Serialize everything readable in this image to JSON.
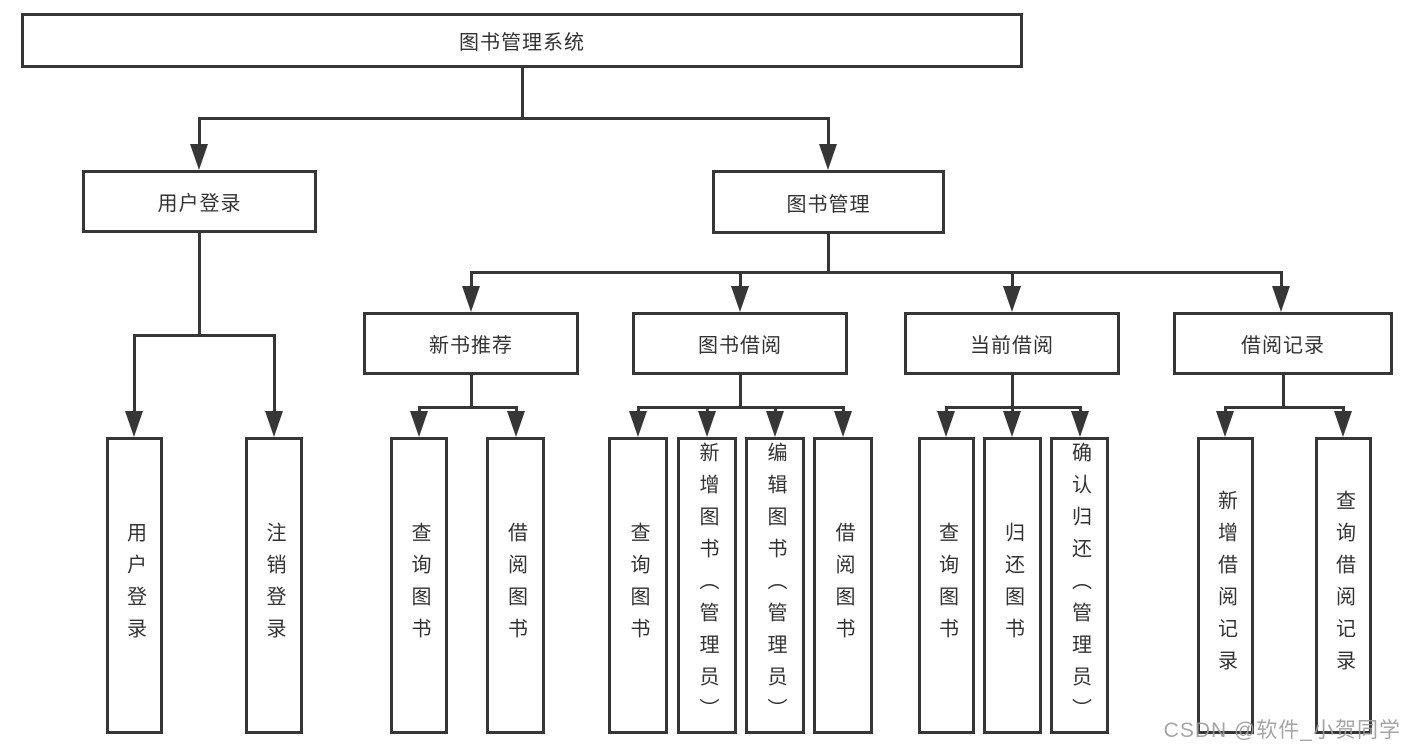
{
  "title": "图书管理系统",
  "tree": {
    "root": {
      "label": "图书管理系统",
      "children": [
        {
          "label": "用户登录",
          "children": [
            {
              "label": "用户登录"
            },
            {
              "label": "注销登录"
            }
          ]
        },
        {
          "label": "图书管理",
          "children": [
            {
              "label": "新书推荐",
              "children": [
                {
                  "label": "查询图书"
                },
                {
                  "label": "借阅图书"
                }
              ]
            },
            {
              "label": "图书借阅",
              "children": [
                {
                  "label": "查询图书"
                },
                {
                  "label": "新增图书（管理员）"
                },
                {
                  "label": "编辑图书（管理员）"
                },
                {
                  "label": "借阅图书"
                }
              ]
            },
            {
              "label": "当前借阅",
              "children": [
                {
                  "label": "查询图书"
                },
                {
                  "label": "归还图书"
                },
                {
                  "label": "确认归还（管理员）"
                }
              ]
            },
            {
              "label": "借阅记录",
              "children": [
                {
                  "label": "新增借阅记录"
                },
                {
                  "label": "查询借阅记录"
                }
              ]
            }
          ]
        }
      ]
    }
  },
  "watermark": {
    "text": "CSDN @软件_小贺同学"
  },
  "colors": {
    "line": "#363636",
    "text": "#333333",
    "watermark": "#9c9c9c",
    "background": "#ffffff"
  }
}
